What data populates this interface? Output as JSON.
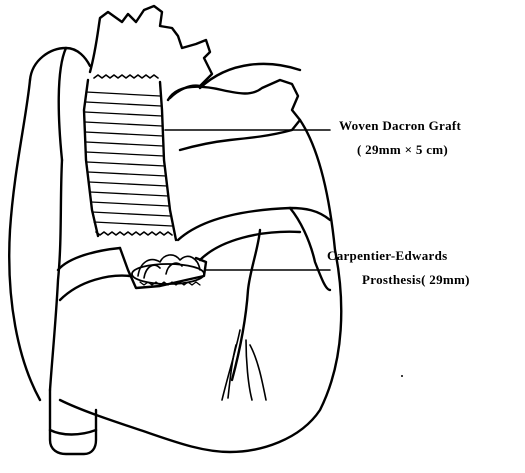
{
  "diagram": {
    "labels": {
      "graft_title": "Woven Dacron Graft",
      "graft_dimensions": "( 29mm × 5 cm)",
      "prosthesis_title": "Carpentier-Edwards",
      "prosthesis_dimensions": "Prosthesis( 29mm)"
    },
    "colors": {
      "ink": "#000000",
      "background": "#ffffff"
    }
  }
}
